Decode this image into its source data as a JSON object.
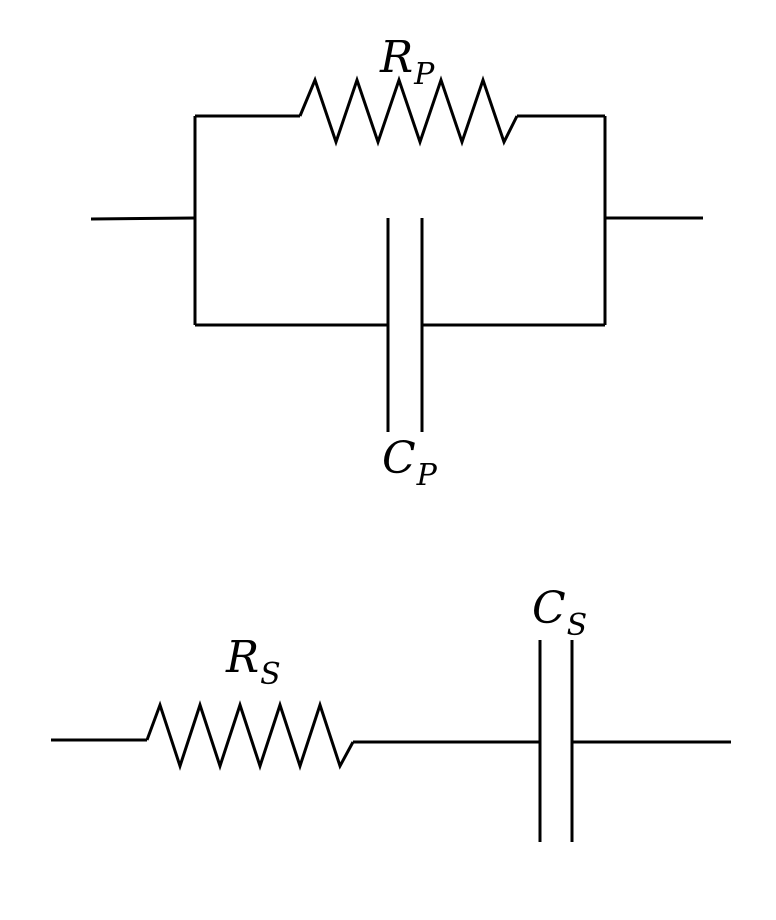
{
  "top_circuit": {
    "resistor": {
      "symbol": "R",
      "subscript": "P"
    },
    "capacitor": {
      "symbol": "C",
      "subscript": "P"
    }
  },
  "bottom_circuit": {
    "resistor": {
      "symbol": "R",
      "subscript": "S"
    },
    "capacitor": {
      "symbol": "C",
      "subscript": "S"
    }
  }
}
